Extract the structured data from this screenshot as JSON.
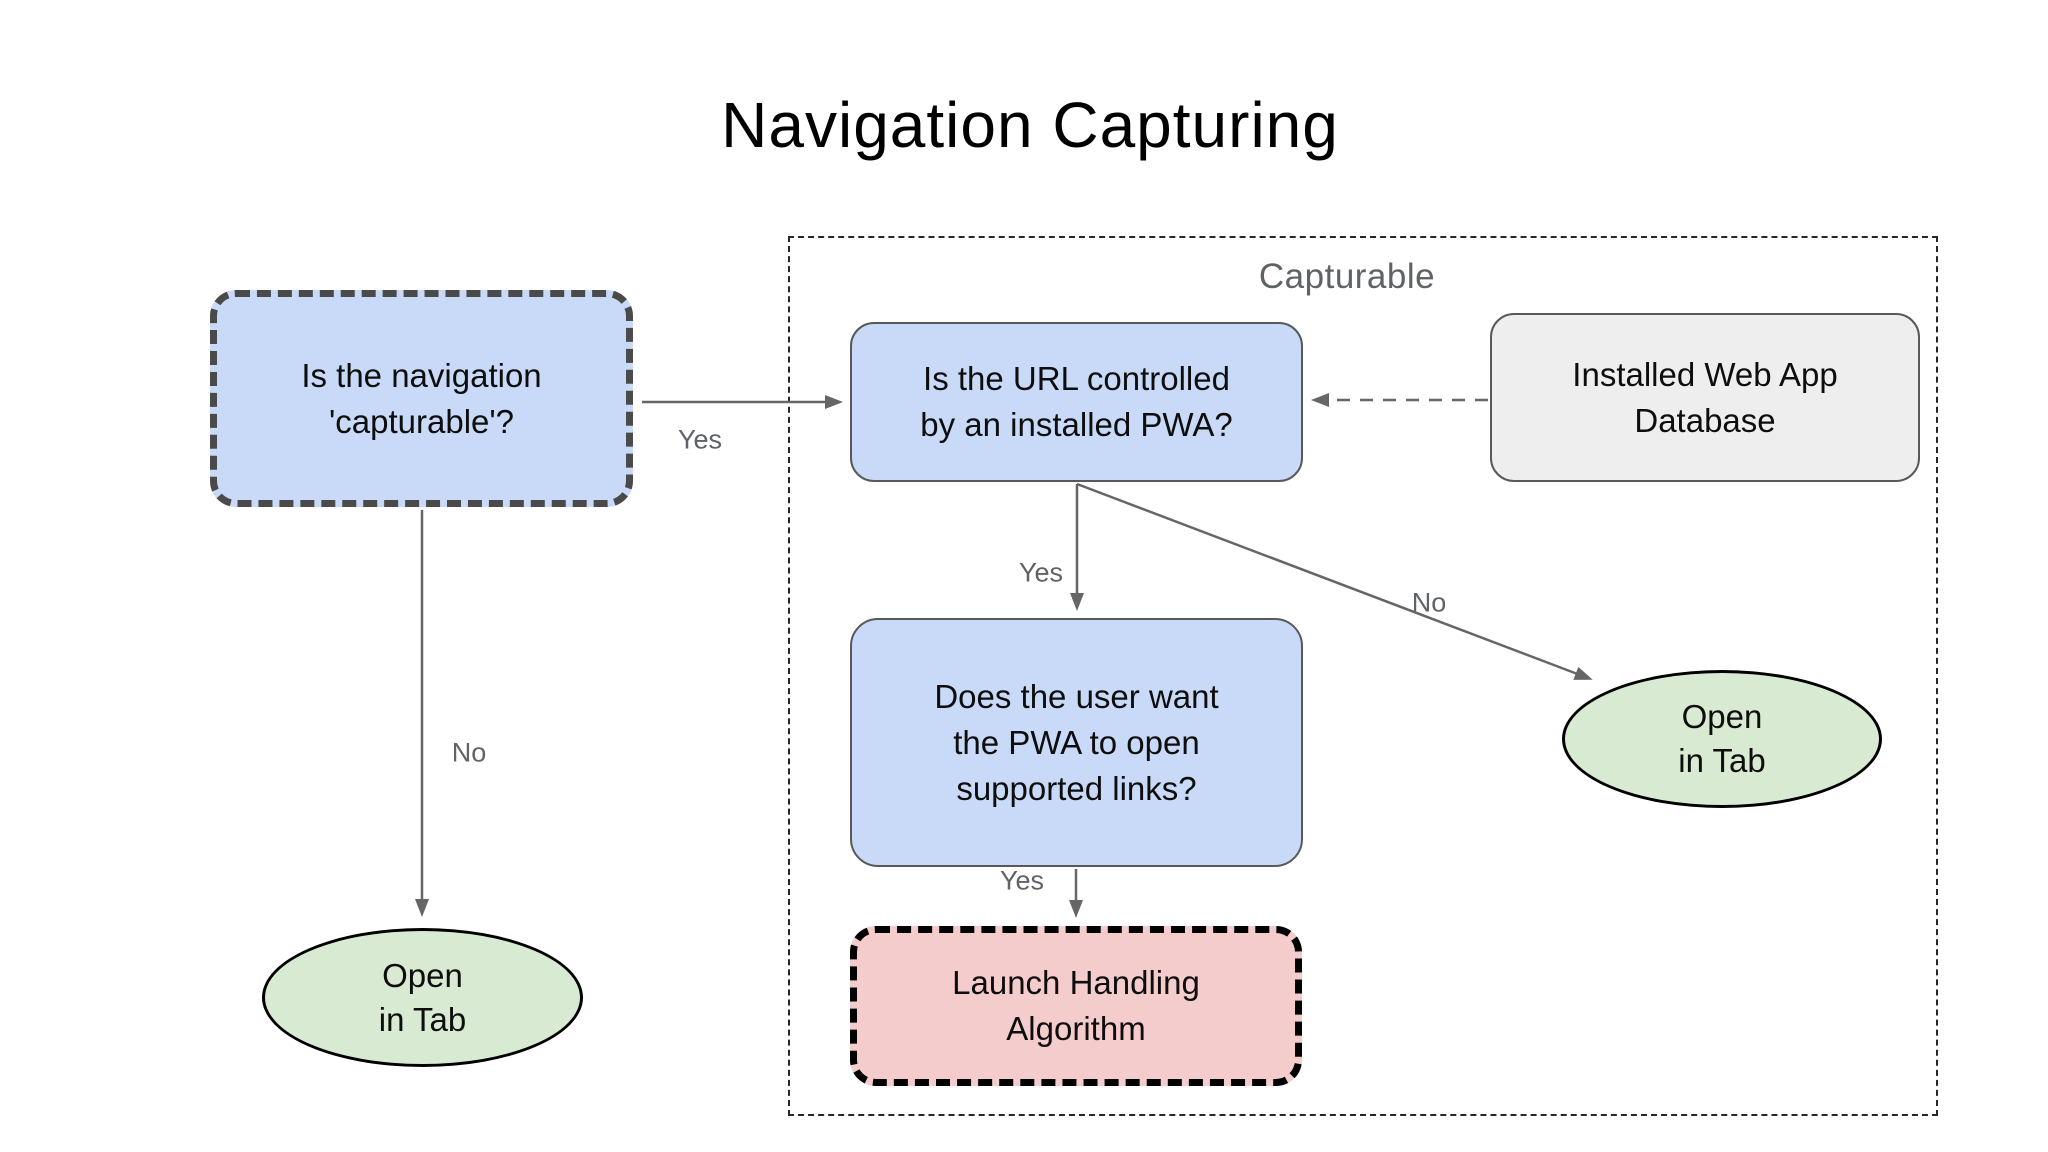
{
  "title": "Navigation Capturing",
  "diagram": {
    "group": {
      "label": "Capturable"
    },
    "nodes": {
      "is_navigation_capturable": {
        "lines": [
          "Is the navigation",
          "'capturable'?"
        ]
      },
      "is_url_controlled": {
        "lines": [
          "Is the URL controlled",
          "by an installed PWA?"
        ]
      },
      "installed_web_app_database": {
        "lines": [
          "Installed Web App",
          "Database"
        ]
      },
      "does_user_want_links": {
        "lines": [
          "Does the user want",
          "the PWA to open",
          "supported links?"
        ]
      },
      "open_in_tab_left": {
        "lines": [
          "Open",
          "in Tab"
        ]
      },
      "open_in_tab_right": {
        "lines": [
          "Open",
          "in Tab"
        ]
      },
      "launch_handling_algorithm": {
        "lines": [
          "Launch Handling",
          "Algorithm"
        ]
      }
    },
    "edge_labels": {
      "capturable_yes": "Yes",
      "capturable_no": "No",
      "url_controlled_yes": "Yes",
      "url_controlled_no": "No",
      "user_want_yes": "Yes"
    },
    "colors": {
      "decision_fill": "#c9daf8",
      "terminal_fill": "#d9ead3",
      "process_fill": "#f4cccc",
      "database_fill": "#eeeeee",
      "box_border": "#595959",
      "dashed_border_dark": "#4a4a4a",
      "process_border": "#000000",
      "arrow": "#666666",
      "label_text": "#5f6368",
      "node_text": "#0e0e0e"
    }
  }
}
